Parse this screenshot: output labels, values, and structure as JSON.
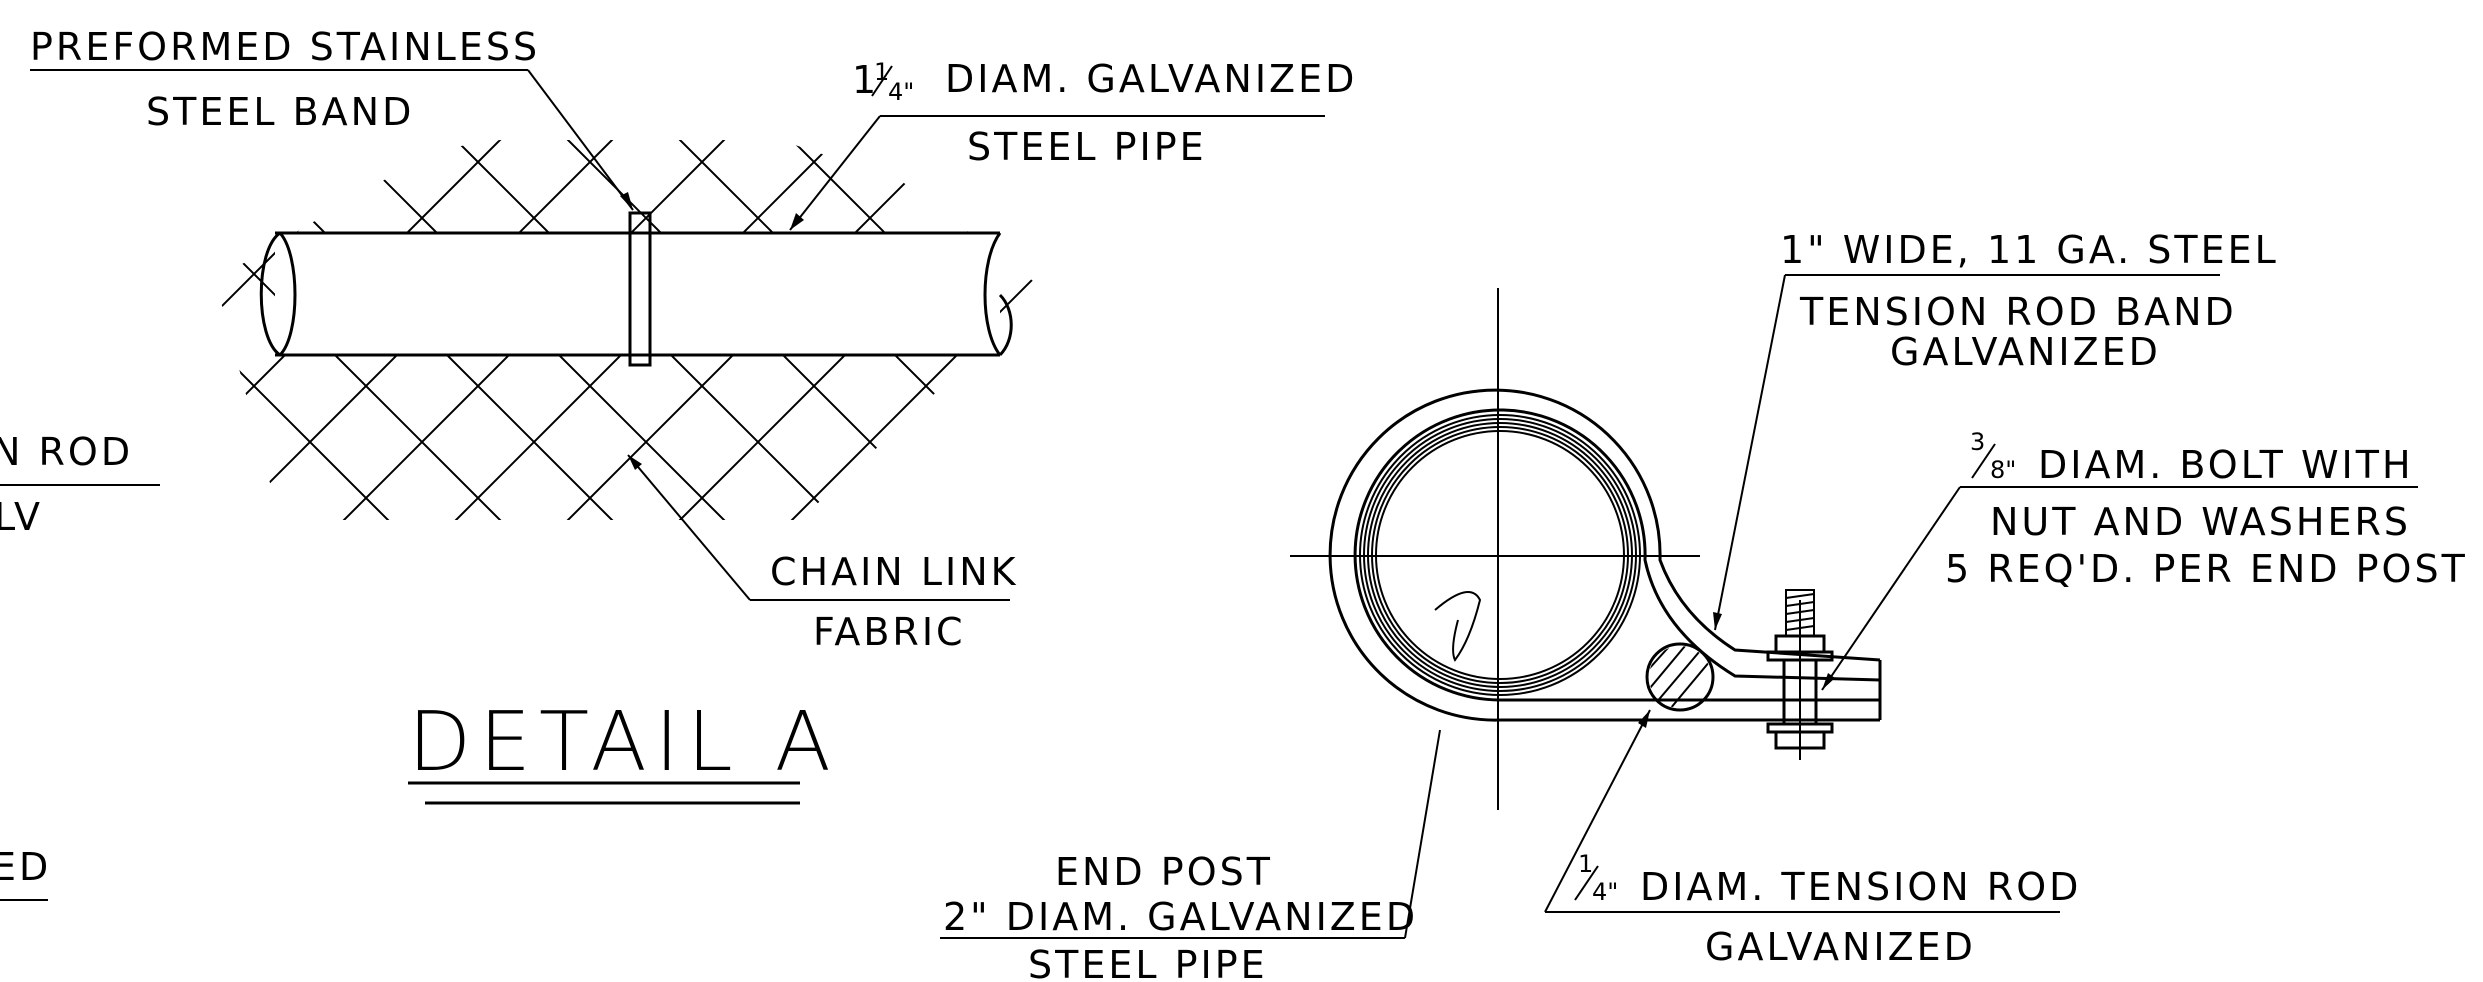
{
  "labels": {
    "preformed_band_1": "PREFORMED STAINLESS",
    "preformed_band_2": "STEEL BAND",
    "pipe_114_1": "DIAM. GALVANIZED",
    "pipe_114_2": "STEEL PIPE",
    "pipe_114_frac_whole": "1",
    "pipe_114_frac_num": "1",
    "pipe_114_frac_den": "4\"",
    "tension_rod_partial": "N ROD",
    "galv_partial": "LV",
    "ed_partial": "ED",
    "chain_link_1": "CHAIN LINK",
    "chain_link_2": "FABRIC",
    "detail_title": "DETAIL A",
    "band_1": "1\" WIDE, 11 GA. STEEL",
    "band_2": "TENSION ROD BAND",
    "band_3": "GALVANIZED",
    "bolt_1": "DIAM. BOLT WITH",
    "bolt_frac_num": "3",
    "bolt_frac_den": "8\"",
    "bolt_2": "NUT AND WASHERS",
    "bolt_3": "5 REQ'D. PER END POST",
    "end_post_1": "END POST",
    "end_post_2": "2\" DIAM. GALVANIZED",
    "end_post_3": "STEEL PIPE",
    "rod_1": "DIAM. TENSION ROD",
    "rod_frac_num": "1",
    "rod_frac_den": "4\"",
    "rod_2": "GALVANIZED"
  }
}
